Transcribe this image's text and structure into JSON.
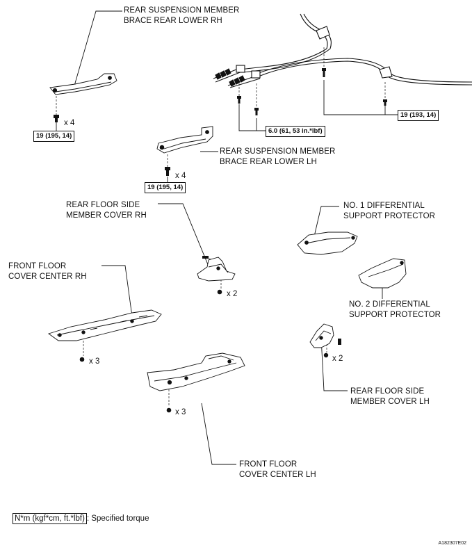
{
  "labels": {
    "brace_rh_l1": "REAR SUSPENSION MEMBER",
    "brace_rh_l2": "BRACE REAR LOWER RH",
    "brace_lh_l1": "REAR SUSPENSION MEMBER",
    "brace_lh_l2": "BRACE REAR LOWER LH",
    "floor_side_rh_l1": "REAR FLOOR SIDE",
    "floor_side_rh_l2": "MEMBER COVER RH",
    "diff1_l1": "NO. 1 DIFFERENTIAL",
    "diff1_l2": "SUPPORT PROTECTOR",
    "front_rh_l1": "FRONT FLOOR",
    "front_rh_l2": "COVER CENTER RH",
    "diff2_l1": "NO. 2 DIFFERENTIAL",
    "diff2_l2": "SUPPORT PROTECTOR",
    "floor_side_lh_l1": "REAR FLOOR SIDE",
    "floor_side_lh_l2": "MEMBER COVER LH",
    "front_lh_l1": "FRONT FLOOR",
    "front_lh_l2": "COVER CENTER LH"
  },
  "torques": {
    "brace_rh": "19 (195, 14)",
    "brace_lh": "19 (195, 14)",
    "cable_bracket": "6.0 (61, 53 in.*lbf)",
    "cable_clamp": "19 (193, 14)"
  },
  "quantities": {
    "brace_rh_bolts": "x 4",
    "brace_lh_bolts": "x 4",
    "floor_side_rh_nuts": "x 2",
    "front_rh_nuts": "x 3",
    "front_lh_nuts": "x 3",
    "floor_side_lh_nuts": "x 2"
  },
  "legend": {
    "unit_box": "N*m (kgf*cm, ft.*lbf)",
    "description": ": Specified torque"
  },
  "figure_id": "A182307E02"
}
